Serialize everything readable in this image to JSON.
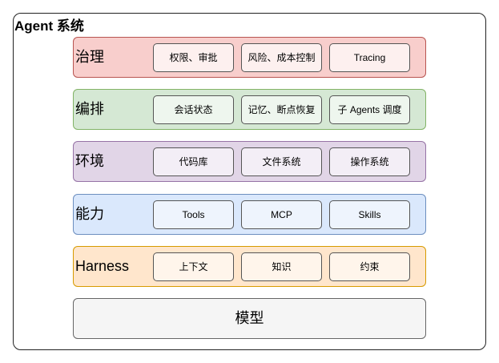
{
  "title": "Agent 系统",
  "layers": [
    {
      "label": "治理",
      "fill": "#f8cecc",
      "border": "#b85450",
      "chip_fill": "#fdf0ef",
      "items": [
        "权限、审批",
        "风险、成本控制",
        "Tracing"
      ]
    },
    {
      "label": "编排",
      "fill": "#d5e8d4",
      "border": "#82b366",
      "chip_fill": "#eef6ee",
      "items": [
        "会话状态",
        "记忆、断点恢复",
        "子 Agents 调度"
      ]
    },
    {
      "label": "环境",
      "fill": "#e1d5e7",
      "border": "#9673a6",
      "chip_fill": "#f3eef6",
      "items": [
        "代码库",
        "文件系统",
        "操作系统"
      ]
    },
    {
      "label": "能力",
      "fill": "#dae8fc",
      "border": "#6c8ebf",
      "chip_fill": "#eef4fd",
      "items": [
        "Tools",
        "MCP",
        "Skills"
      ]
    },
    {
      "label": "Harness",
      "fill": "#ffe6cc",
      "border": "#d79b00",
      "chip_fill": "#fff5eb",
      "items": [
        "上下文",
        "知识",
        "约束"
      ]
    }
  ],
  "model": {
    "label": "模型",
    "fill": "#f5f5f5",
    "border": "#666666"
  }
}
